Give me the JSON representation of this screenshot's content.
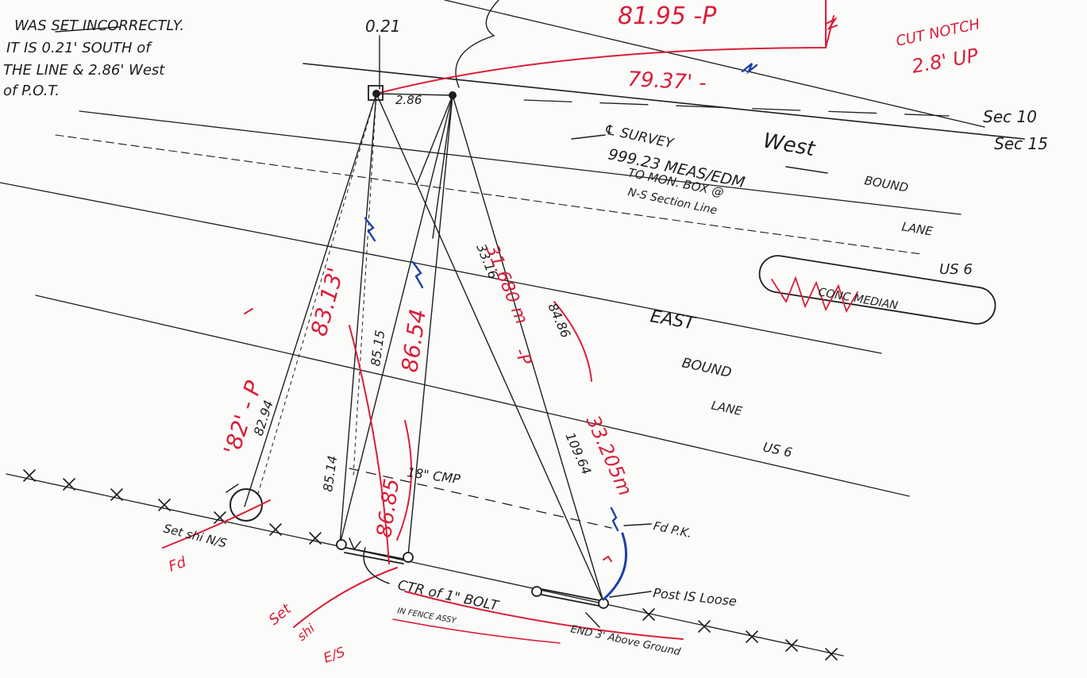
{
  "note": {
    "line1": "WAS SET INCORRECTLY.",
    "line2": "IT IS 0.21' SOUTH of",
    "line3": "THE LINE & 2.86' West",
    "line4": "of P.O.T."
  },
  "top": {
    "offset_small": "0.21",
    "red_dist": "81.95 -P",
    "red_dist_2": "79.37' -",
    "cut_notch_1": "CUT NOTCH",
    "cut_notch_2": "2.8' UP",
    "offset_west": "2.86"
  },
  "sections": {
    "upper": "Sec 10",
    "lower": "Sec 15"
  },
  "survey": {
    "centerline": "℄ SURVEY",
    "meas": "999.23 MEAS/EDM",
    "to_mon": "TO MON. BOX @",
    "ns_line": "N-S Section Line"
  },
  "road": {
    "west": "West",
    "bound_w": "BOUND",
    "lane_w": "LANE",
    "us6_w": "US 6",
    "median": "CONC MEDIAN",
    "east": "EAST",
    "bound_e": "BOUND",
    "lane_e": "LANE",
    "us6_e": "US 6"
  },
  "measurements": {
    "m_82": "'82' - P",
    "m_8294": "82.94",
    "m_8313": "83.13'",
    "m_8515": "85.15",
    "m_8654": "86.54",
    "m_3316": "33.16",
    "m_31680": "31.680 m",
    "m_p": "-P",
    "m_8486": "84.86",
    "m_8514": "85.14",
    "m_8685": "86.85",
    "m_10964": "109.64",
    "m_33205": "33.205m"
  },
  "features": {
    "cmp": "18\" CMP",
    "fd_pk": "Fd P.K.",
    "set_shi_ns": "Set shi N/S",
    "fd": "Fd",
    "set_shi_es_1": "Set",
    "set_shi_es_2": "shi",
    "set_shi_es_3": "E/S",
    "post_loose": "Post IS Loose",
    "ctr_bolt": "CTR of 1\" BOLT",
    "bolt_end": "END 3' Above Ground",
    "fnc_assy": "IN FENCE ASSY"
  },
  "colors": {
    "ink": "#1e1e1e",
    "red": "#d91e3a",
    "blue": "#1f3fa6"
  }
}
